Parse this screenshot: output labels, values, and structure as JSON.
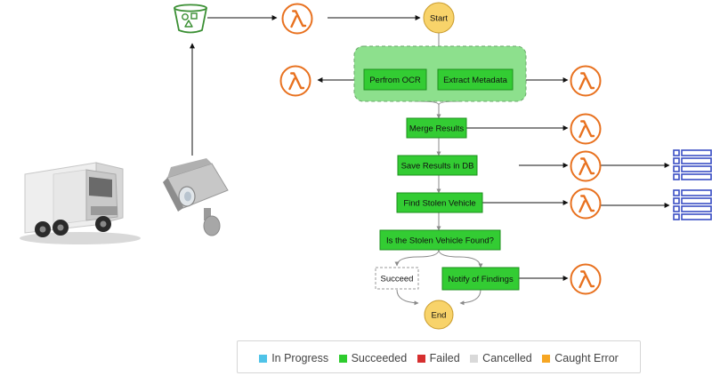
{
  "workflow": {
    "start": "Start",
    "end": "End",
    "ocr": "Perfrom OCR",
    "metadata": "Extract Metadata",
    "merge": "Merge Results",
    "save": "Save Results in DB",
    "find": "Find Stolen Vehicle",
    "choice": "Is the Stolen Vehicle Found?",
    "succeed": "Succeed",
    "notify": "Notify of Findings"
  },
  "legend": [
    {
      "label": "In Progress",
      "color": "#4fc3e8"
    },
    {
      "label": "Succeeded",
      "color": "#2ecc2e"
    },
    {
      "label": "Failed",
      "color": "#d62f2f"
    },
    {
      "label": "Cancelled",
      "color": "#d9d9d9"
    },
    {
      "label": "Caught Error",
      "color": "#f6a623"
    }
  ],
  "colors": {
    "succeeded_fill": "#33cc33",
    "parallel_fill": "#8de08d",
    "start_end_fill": "#f8d36a",
    "lambda_orange": "#e8711f",
    "bucket_green": "#3a8f33",
    "table_blue": "#3b4fc4"
  },
  "icons": [
    "s3-bucket-icon",
    "lambda-icon",
    "dynamodb-table-icon",
    "truck-icon",
    "camera-icon"
  ]
}
